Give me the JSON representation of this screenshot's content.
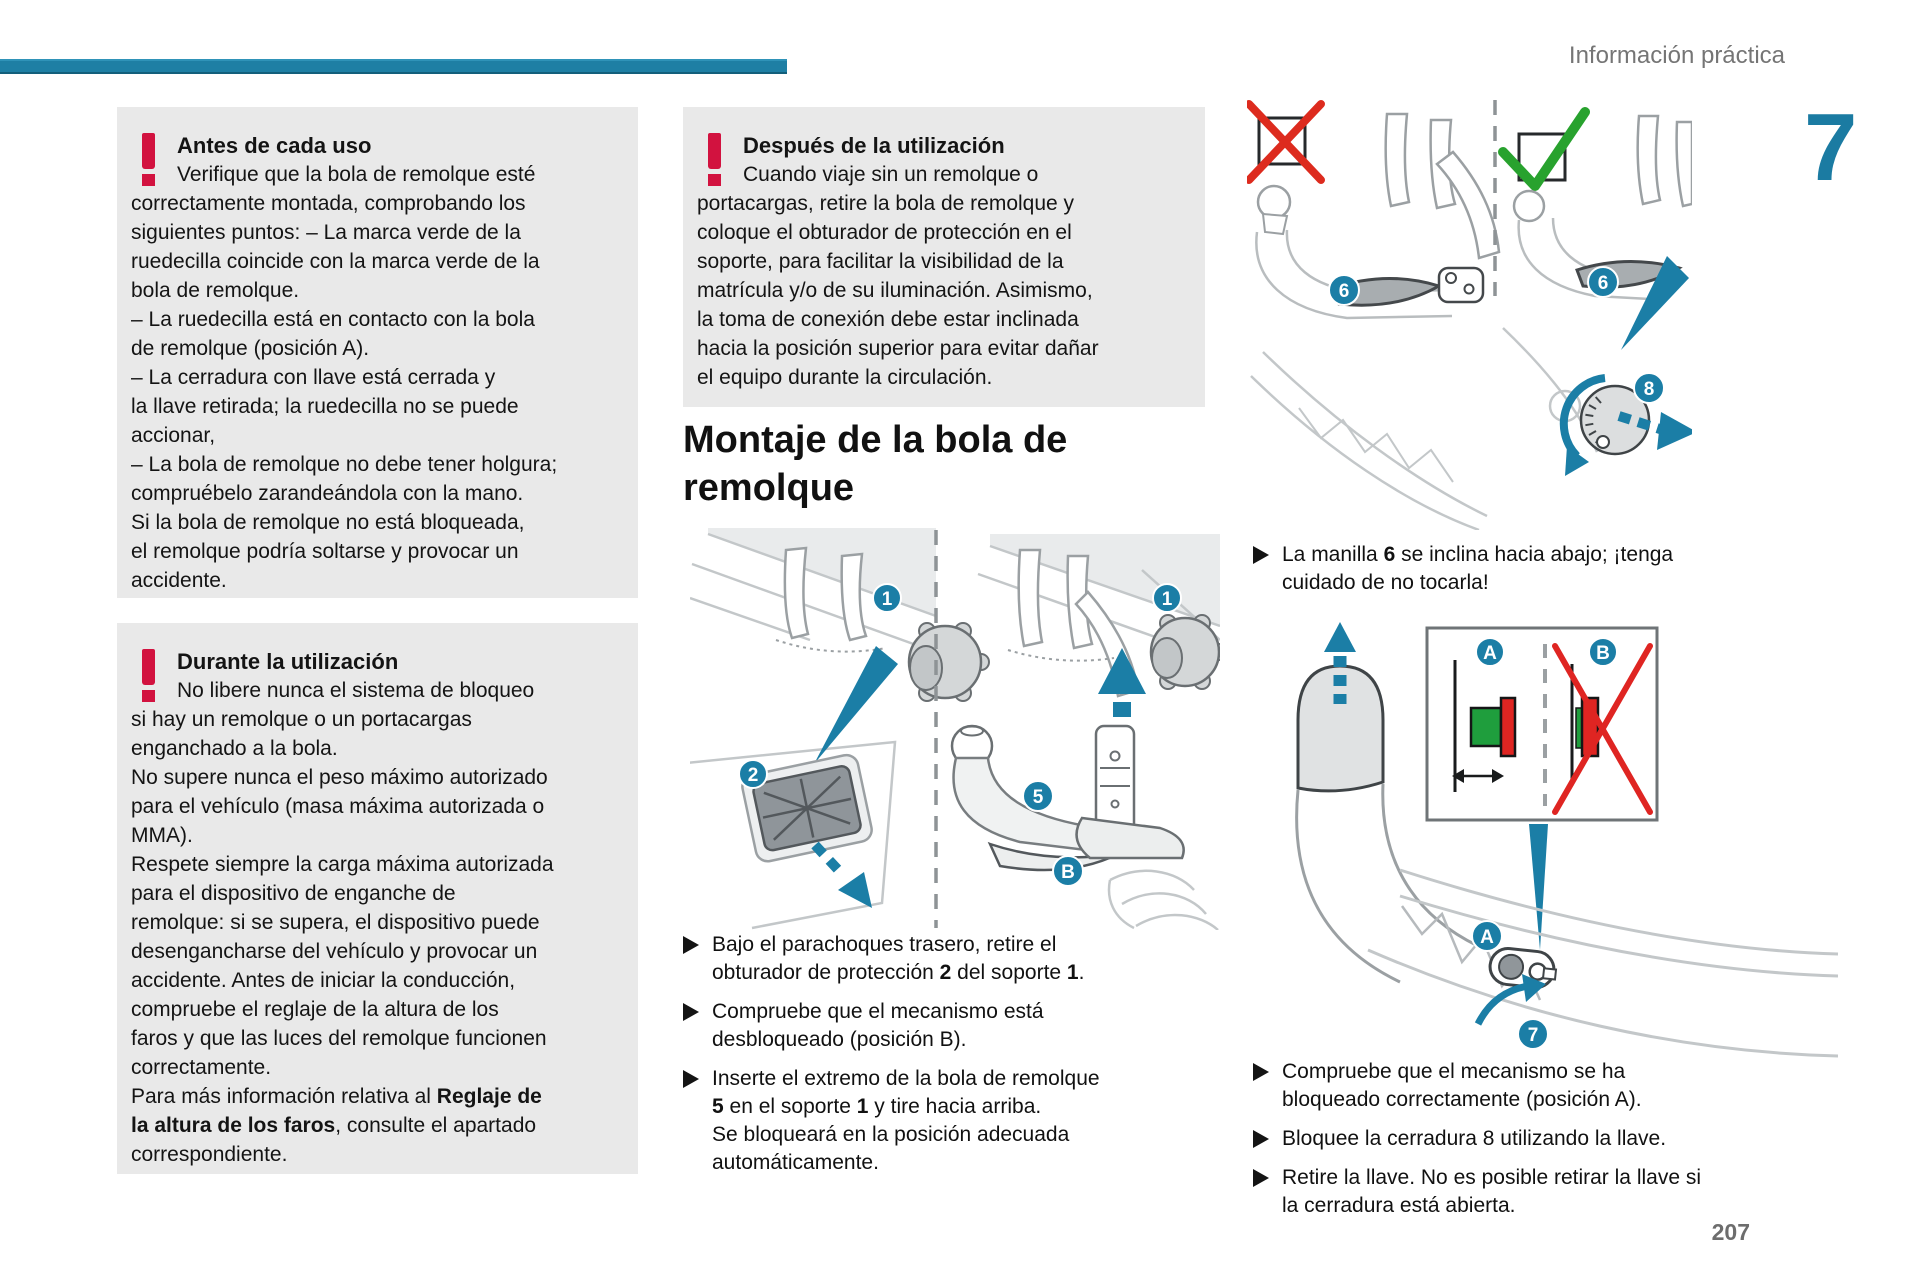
{
  "header": {
    "section_title": "Información práctica",
    "chapter_number": "7"
  },
  "footer": {
    "page_number": "207"
  },
  "colors": {
    "accent_teal": "#1b7ea6",
    "warning_red": "#d2123f",
    "cross_red": "#dd2b1e",
    "check_green": "#28a22e",
    "marker_green": "#1f9e3d",
    "marker_red": "#df2522",
    "box_background": "#e9e9e9",
    "body_text": "#141414",
    "muted_text": "#757575"
  },
  "warnings": [
    {
      "title": "Antes de cada uso",
      "paragraphs": [
        [
          {
            "t": "Verifique que la bola de remolque esté\ncorrectamente montada, comprobando los\nsiguientes puntos: – La marca verde de la\nruedecilla coincide con la marca verde de la\nbola de remolque."
          }
        ],
        [
          {
            "t": "– La ruedecilla está en contacto con la bola\nde remolque (posición A)."
          }
        ],
        [
          {
            "t": "– La cerradura con llave está cerrada y\nla llave retirada; la ruedecilla no se puede\naccionar,"
          }
        ],
        [
          {
            "t": "– La bola de remolque no debe tener holgura;\ncompruébelo zarandeándola con la mano.\nSi la bola de remolque no está bloqueada,\nel remolque podría soltarse y provocar un\naccidente."
          }
        ]
      ]
    },
    {
      "title": "Durante la utilización",
      "paragraphs": [
        [
          {
            "t": "No libere nunca el sistema de bloqueo\nsi hay un remolque o un portacargas\nenganchado a la bola."
          }
        ],
        [
          {
            "t": "No supere nunca el peso máximo autorizado\npara el vehículo (masa máxima autorizada o\nMMA)."
          }
        ],
        [
          {
            "t": "Respete siempre la carga máxima autorizada\npara el dispositivo de enganche de\nremolque: si se supera, el dispositivo puede\ndesengancharse del vehículo y provocar un\naccidente. Antes de iniciar la conducción,\ncompruebe el reglaje de la altura de los\nfaros y que las luces del remolque funcionen\ncorrectamente."
          }
        ],
        [
          {
            "t": "Para más información relativa al "
          },
          {
            "t": "Reglaje de\nla altura de los faros",
            "b": true
          },
          {
            "t": ", consulte el apartado\ncorrespondiente."
          }
        ]
      ]
    },
    {
      "title": "Después de la utilización",
      "paragraphs": [
        [
          {
            "t": "Cuando viaje sin un remolque o\nportacargas, retire la bola de remolque y\ncoloque el obturador de protección en el\nsoporte, para facilitar la visibilidad de la\nmatrícula y/o de su iluminación. Asimismo,\nla toma de conexión debe estar inclinada\nhacia la posición superior para evitar dañar\nel equipo durante la circulación."
          }
        ]
      ]
    }
  ],
  "section": {
    "title_line1": "Montaje de la bola de",
    "title_line2": "remolque"
  },
  "bullets_montaje": [
    [
      {
        "t": "Bajo el parachoques trasero, retire el\nobturador de protección "
      },
      {
        "t": "2",
        "b": true
      },
      {
        "t": " del soporte "
      },
      {
        "t": "1",
        "b": true
      },
      {
        "t": "."
      }
    ],
    [
      {
        "t": "Compruebe que el mecanismo está\ndesbloqueado (posición B)."
      }
    ],
    [
      {
        "t": "Inserte el extremo de la bola de remolque\n"
      },
      {
        "t": "5",
        "b": true
      },
      {
        "t": " en el soporte "
      },
      {
        "t": "1",
        "b": true
      },
      {
        "t": " y tire hacia arriba.\nSe bloqueará en la posición adecuada\nautomáticamente."
      }
    ]
  ],
  "bullet_handle": [
    [
      {
        "t": "La manilla "
      },
      {
        "t": "6",
        "b": true
      },
      {
        "t": " se inclina hacia abajo; ¡tenga\ncuidado de no tocarla!"
      }
    ]
  ],
  "bullets_final": [
    [
      {
        "t": "Compruebe que el mecanismo se ha\nbloqueado correctamente (posición A)."
      }
    ],
    [
      {
        "t": "Bloquee la cerradura 8 utilizando la llave."
      }
    ],
    [
      {
        "t": "Retire la llave. No es posible retirar la llave si\nla cerradura está abierta."
      }
    ]
  ],
  "illustrations": {
    "montaje": {
      "callouts": {
        "support_left": "1",
        "plug": "2",
        "support_right": "1",
        "ball": "5",
        "position_b": "B"
      }
    },
    "handle": {
      "callouts": {
        "handle_wrong": "6",
        "handle_ok": "6",
        "lock_wheel": "8"
      }
    },
    "locking": {
      "callouts": {
        "inset_a": "A",
        "inset_b": "B",
        "mechanism_a": "A",
        "turn": "7"
      }
    }
  }
}
